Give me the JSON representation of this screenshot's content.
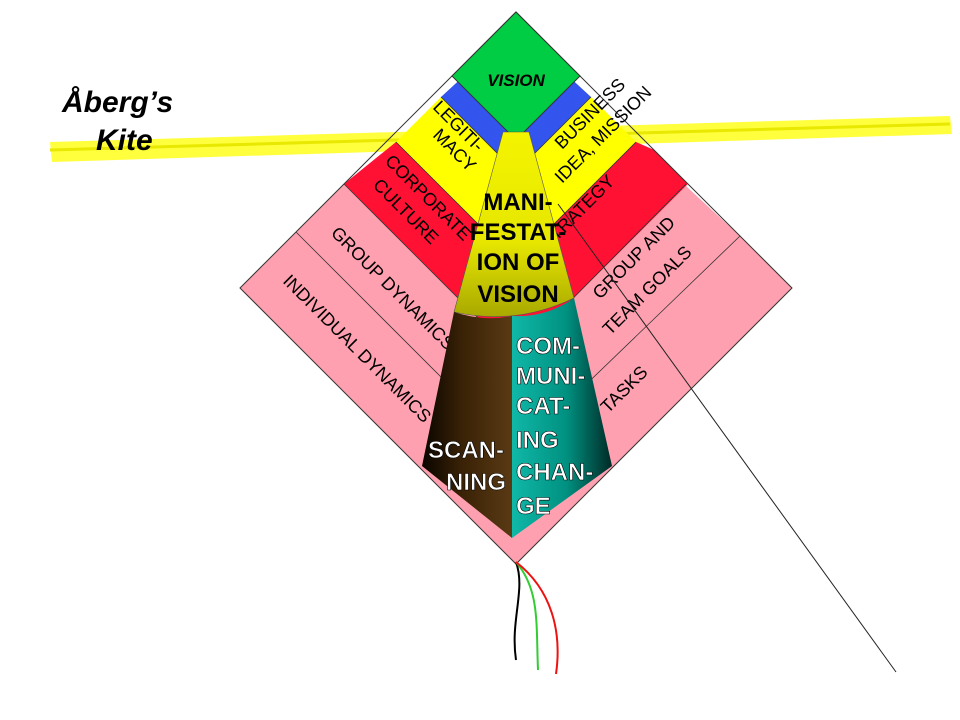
{
  "title": {
    "line1": "Åberg’s",
    "line2": "Kite"
  },
  "kite": {
    "vision": "VISION",
    "left_bands": {
      "legitimacy": [
        "LEGITI-",
        "MACY"
      ],
      "corporate_culture": [
        "CORPORATE",
        "CULTURE"
      ],
      "group_dynamics": "GROUP DYNAMICS",
      "individual_dynamics": "INDIVIDUAL DYNAMICS"
    },
    "right_bands": {
      "business_idea": [
        "BUSINESS",
        "IDEA, MISSION"
      ],
      "strategy": "STRATEGY",
      "group_team_goals": [
        "GROUP AND",
        "TEAM GOALS"
      ],
      "tasks": "TASKS"
    },
    "manifestation": [
      "MANI-",
      "FESTAT-",
      "ION OF",
      "VISION"
    ],
    "scanning": [
      "SCAN-",
      "NING"
    ],
    "communicating": [
      "COM-",
      "MUNI-",
      "CAT-",
      "ING",
      "CHAN-",
      "GE"
    ]
  },
  "colors": {
    "vision": "#00cc44",
    "legitimacy": "#3355ee",
    "culture": "#ffff00",
    "group": "#ff1133",
    "individual": "#ffa0b0",
    "manifestation": "#e8e800",
    "scanning": "#4a2a0a",
    "communicating": "#009e8e",
    "title_highlight": "#ffff33",
    "tail_black": "#000000",
    "tail_green": "#33cc33",
    "tail_red": "#ee1111"
  }
}
